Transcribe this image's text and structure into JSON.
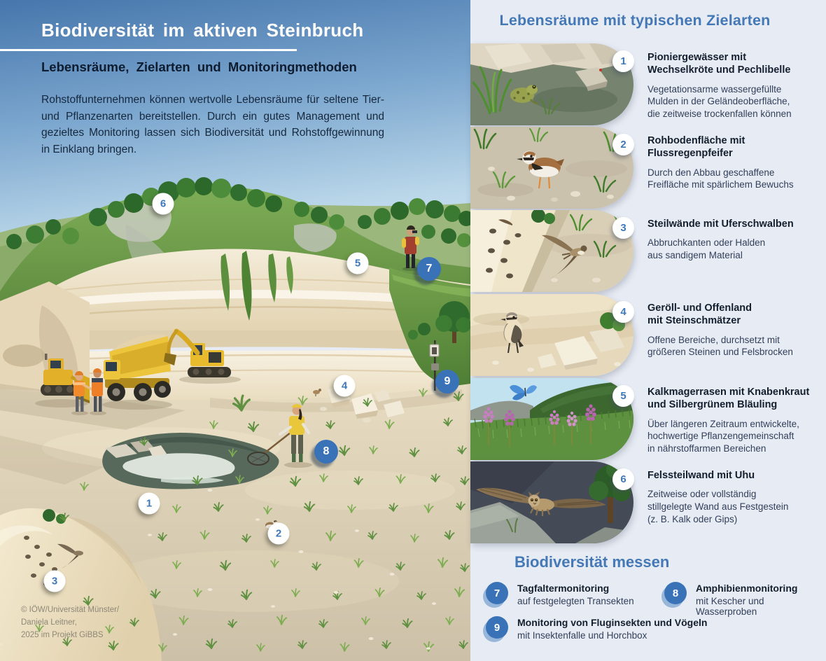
{
  "intro": {
    "title": "Biodiversität im aktiven Steinbruch",
    "subtitle": "Lebensräume, Zielarten und Monitoringmethoden",
    "paragraph": "Rohstoffunternehmen können wertvolle Lebensräume für seltene Tier- und Pflanzenarten bereitstellen. Durch ein gutes Management und gezieltes Monitoring lassen sich Biodiversität und Rohstoffgewinnung in Einklang bringen."
  },
  "credit": "© IÖW/Universität Münster/\nDaniela Leitner,\n2025 im Projekt GiBBS",
  "scene": {
    "markers": [
      {
        "label": "1",
        "type": "habitat"
      },
      {
        "label": "2",
        "type": "habitat"
      },
      {
        "label": "3",
        "type": "habitat"
      },
      {
        "label": "4",
        "type": "habitat"
      },
      {
        "label": "5",
        "type": "habitat"
      },
      {
        "label": "6",
        "type": "habitat"
      },
      {
        "label": "7",
        "type": "monitoring"
      },
      {
        "label": "8",
        "type": "monitoring"
      },
      {
        "label": "9",
        "type": "monitoring"
      }
    ]
  },
  "habitats": {
    "header": "Lebensräume mit typischen Zielarten",
    "items": [
      {
        "number": "1",
        "title": "Pioniergewässer mit\nWechselkröte und Pechlibelle",
        "description": "Vegetationsarme wassergefüllte\nMulden in der Geländeoberfläche,\ndie zeitweise trockenfallen können",
        "thumb": "frog-pond"
      },
      {
        "number": "2",
        "title": "Rohbodenfläche mit\nFlussregenpfeifer",
        "description": "Durch den Abbau geschaffene\nFreifläche mit spärlichem Bewuchs",
        "thumb": "plover-gravel"
      },
      {
        "number": "3",
        "title": "Steilwände mit Uferschwalben",
        "description": "Abbruchkanten oder Halden\naus sandigem Material",
        "thumb": "sand-wall-swallow"
      },
      {
        "number": "4",
        "title": "Geröll- und Offenland\nmit Steinschmätzer",
        "description": "Offene Bereiche, durchsetzt mit\ngrößeren Steinen und Felsbrocken",
        "thumb": "wheatear-scree"
      },
      {
        "number": "5",
        "title": "Kalkmagerrasen mit Knabenkraut\nund Silbergrünem Bläuling",
        "description": "Über längeren Zeitraum entwickelte,\nhochwertige Pflanzengemeinschaft\nin nährstoffarmen Bereichen",
        "thumb": "orchid-meadow"
      },
      {
        "number": "6",
        "title": "Felssteilwand mit Uhu",
        "description": "Zeitweise oder vollständig\nstillgelegte Wand aus Festgestein\n(z. B. Kalk oder Gips)",
        "thumb": "owl-rockface"
      }
    ]
  },
  "monitoring": {
    "header": "Biodiversität messen",
    "items": [
      {
        "number": "7",
        "title": "Tagfaltermonitoring",
        "description": "auf festgelegten Transekten"
      },
      {
        "number": "8",
        "title": "Amphibienmonitoring",
        "description": "mit Kescher und Wasserproben"
      },
      {
        "number": "9",
        "title": "Monitoring von Fluginsekten und Vögeln",
        "description": "mit Insektenfalle und Horchbox"
      }
    ]
  },
  "colors": {
    "accent_blue": "#4478b6",
    "badge_blue": "#3a72b8",
    "panel_bg": "#e7ebf4",
    "sky_blue": "#4a7db4"
  }
}
